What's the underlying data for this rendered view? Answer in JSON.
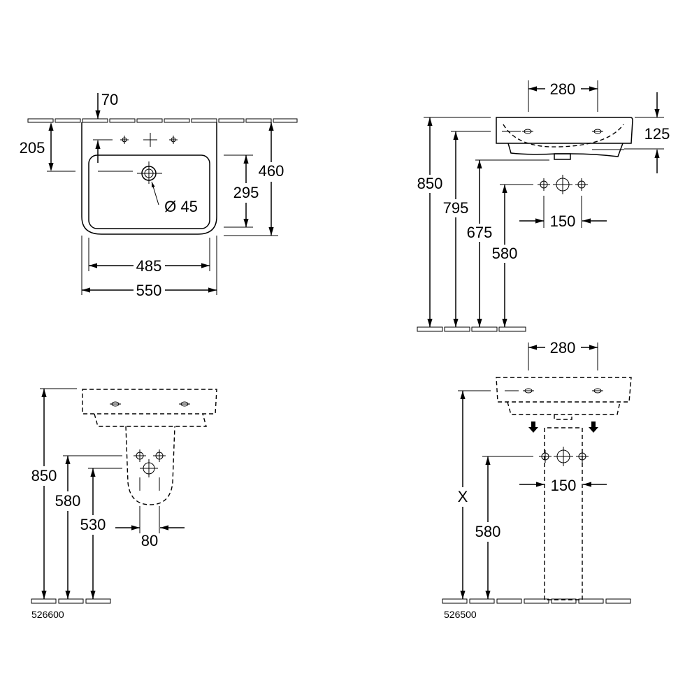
{
  "top_view": {
    "d70": "70",
    "d205": "205",
    "d460": "460",
    "d295": "295",
    "d485": "485",
    "d550": "550",
    "drain": "Ø 45"
  },
  "side_view": {
    "d280": "280",
    "d125": "125",
    "d850": "850",
    "d795": "795",
    "d675": "675",
    "d580": "580",
    "d150": "150"
  },
  "model_526600": {
    "d850": "850",
    "d580": "580",
    "d530": "530",
    "d80": "80",
    "code": "526600"
  },
  "model_526500": {
    "d280": "280",
    "dx": "X",
    "d580": "580",
    "d150": "150",
    "code": "526500"
  }
}
